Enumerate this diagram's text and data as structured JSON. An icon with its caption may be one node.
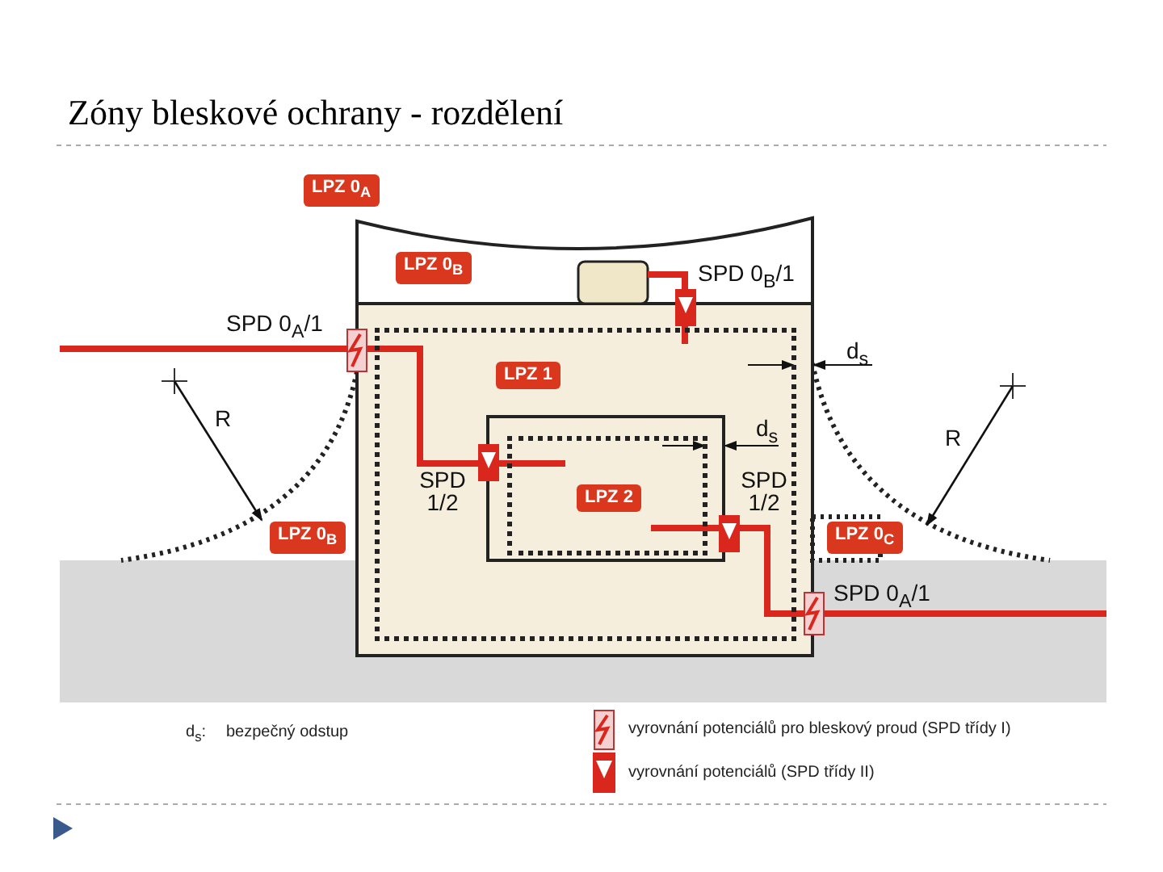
{
  "diagram": {
    "title": "Zóny bleskové ochrany - rozdělení",
    "nodes": [
      {
        "text": [
          "LPZ 1"
        ]
      },
      {
        "text": [
          "LPZ 2"
        ],
        "in": 0
      }
    ],
    "labels": [
      "LPZ 0$_{A}$",
      "LPZ 0$_{B}$",
      "SPD 0$_{B}$/1",
      "SPD 0$_{A}$/1",
      "d$_{s}$",
      "R",
      "d$_{s}$",
      "R",
      "SPD 1/2",
      "SPD 1/2",
      "LPZ 0$_{B}$",
      "LPZ 0$_{C}$",
      "SPD 0$_{A}$/1",
      "d$_{s}$:",
      "bezpečný odstup"
    ],
    "legend": [
      {
        "text": "vyrovnání potenciálů pro bleskový proud (SPD třídy I)"
      },
      {
        "text": "vyrovnání potenciálů (SPD třídy II)"
      }
    ]
  }
}
